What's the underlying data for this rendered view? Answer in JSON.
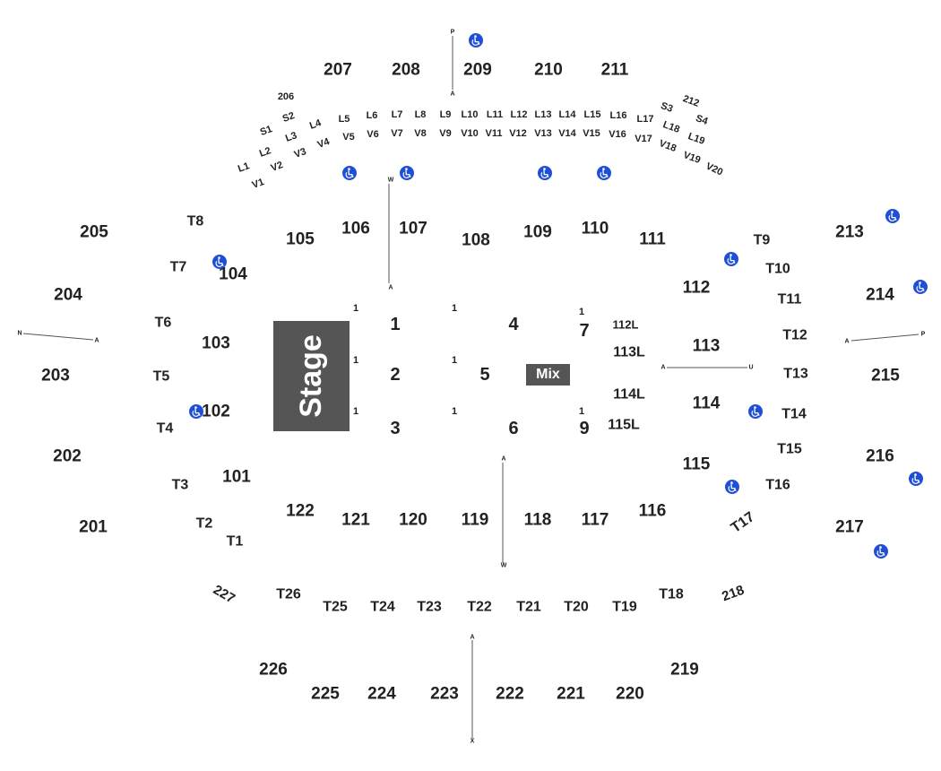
{
  "stage_label": "Stage",
  "mix_label": "Mix",
  "colors": {
    "text": "#222222",
    "stage": "#555555",
    "accessible": "#1f4fd6",
    "line": "#555555"
  },
  "floor_sections": [
    "1",
    "2",
    "3",
    "4",
    "5",
    "6",
    "7",
    "9"
  ],
  "floor_sections_lodge": [
    "112L",
    "113L",
    "114L",
    "115L"
  ],
  "row_one_label": "1",
  "sections_100": [
    "101",
    "102",
    "103",
    "104",
    "105",
    "106",
    "107",
    "108",
    "109",
    "110",
    "111",
    "112",
    "113",
    "114",
    "115",
    "116",
    "117",
    "118",
    "119",
    "120",
    "121",
    "122"
  ],
  "sections_200": [
    "201",
    "202",
    "203",
    "204",
    "205",
    "206",
    "207",
    "208",
    "209",
    "210",
    "211",
    "212",
    "213",
    "214",
    "215",
    "216",
    "217",
    "218",
    "219",
    "220",
    "221",
    "222",
    "223",
    "224",
    "225",
    "226",
    "227"
  ],
  "tables": [
    "T1",
    "T2",
    "T3",
    "T4",
    "T5",
    "T6",
    "T7",
    "T8",
    "T9",
    "T10",
    "T11",
    "T12",
    "T13",
    "T14",
    "T15",
    "T16",
    "T17",
    "T18",
    "T19",
    "T20",
    "T21",
    "T22",
    "T23",
    "T24",
    "T25",
    "T26"
  ],
  "loge_boxes": [
    "L1",
    "L2",
    "L3",
    "L4",
    "L5",
    "L6",
    "L7",
    "L8",
    "L9",
    "L10",
    "L11",
    "L12",
    "L13",
    "L14",
    "L15",
    "L16",
    "L17",
    "L18",
    "L19"
  ],
  "vip_boxes": [
    "V1",
    "V2",
    "V3",
    "V4",
    "V5",
    "V6",
    "V7",
    "V8",
    "V9",
    "V10",
    "V11",
    "V12",
    "V13",
    "V14",
    "V15",
    "V16",
    "V17",
    "V18",
    "V19",
    "V20"
  ],
  "suites": [
    "S1",
    "S2",
    "S3",
    "S4"
  ],
  "row_markers": [
    "P",
    "A",
    "W",
    "A",
    "N",
    "A",
    "A",
    "P",
    "A",
    "U",
    "A",
    "W",
    "A",
    "X"
  ],
  "accessible_icon": "wheelchair-icon"
}
